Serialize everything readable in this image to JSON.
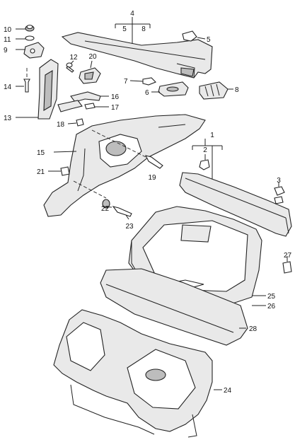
{
  "callouts": [
    "1",
    "2",
    "3",
    "4",
    "5",
    "6",
    "7",
    "8",
    "9",
    "10",
    "11",
    "12",
    "13",
    "14",
    "15",
    "16",
    "17",
    "18",
    "19",
    "20",
    "21",
    "22",
    "23",
    "24",
    "25",
    "26",
    "27",
    "28"
  ],
  "group_labels": {
    "g4_left": "5",
    "g4_right": "8"
  }
}
